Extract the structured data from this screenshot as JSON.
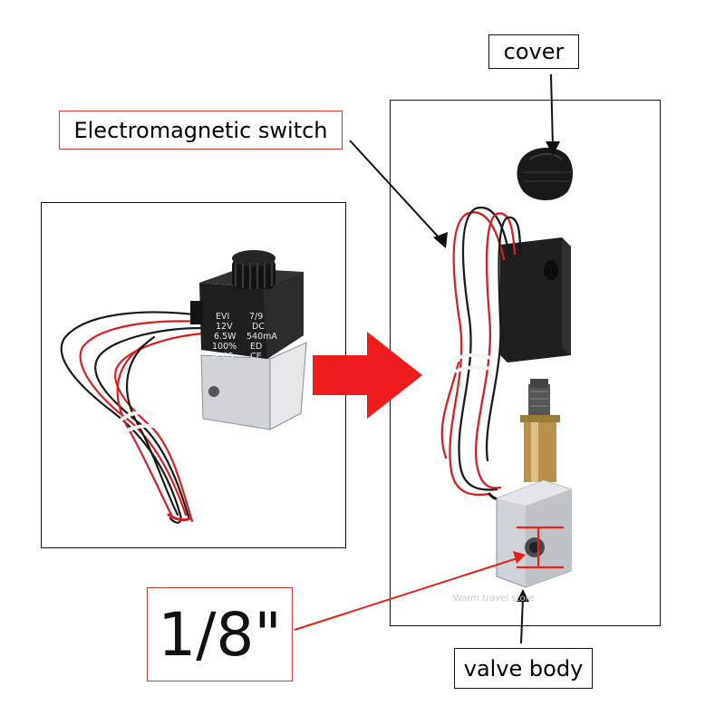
{
  "labels": {
    "cover": "cover",
    "electromagnetic_switch": "Electromagnetic switch",
    "valve_body": "valve body",
    "port_size": "1/8\""
  },
  "coil_marking": {
    "line1_left": "EVI",
    "line1_right": "7/9",
    "line2_left": "12V",
    "line2_right": "DC",
    "line3_left": "6.5W",
    "line3_right": "540mA",
    "line4_left": "100%",
    "line4_right": "ED",
    "line5_left": "IP 65",
    "line5_right": "CE"
  },
  "watermark": "Warm travel store",
  "colors": {
    "accent_red": "#e8211a",
    "label_red_border": "#d43a2f",
    "coil_black": "#1a1a1a",
    "valve_silver": "#cfd2d6",
    "brass": "#b8924a"
  }
}
